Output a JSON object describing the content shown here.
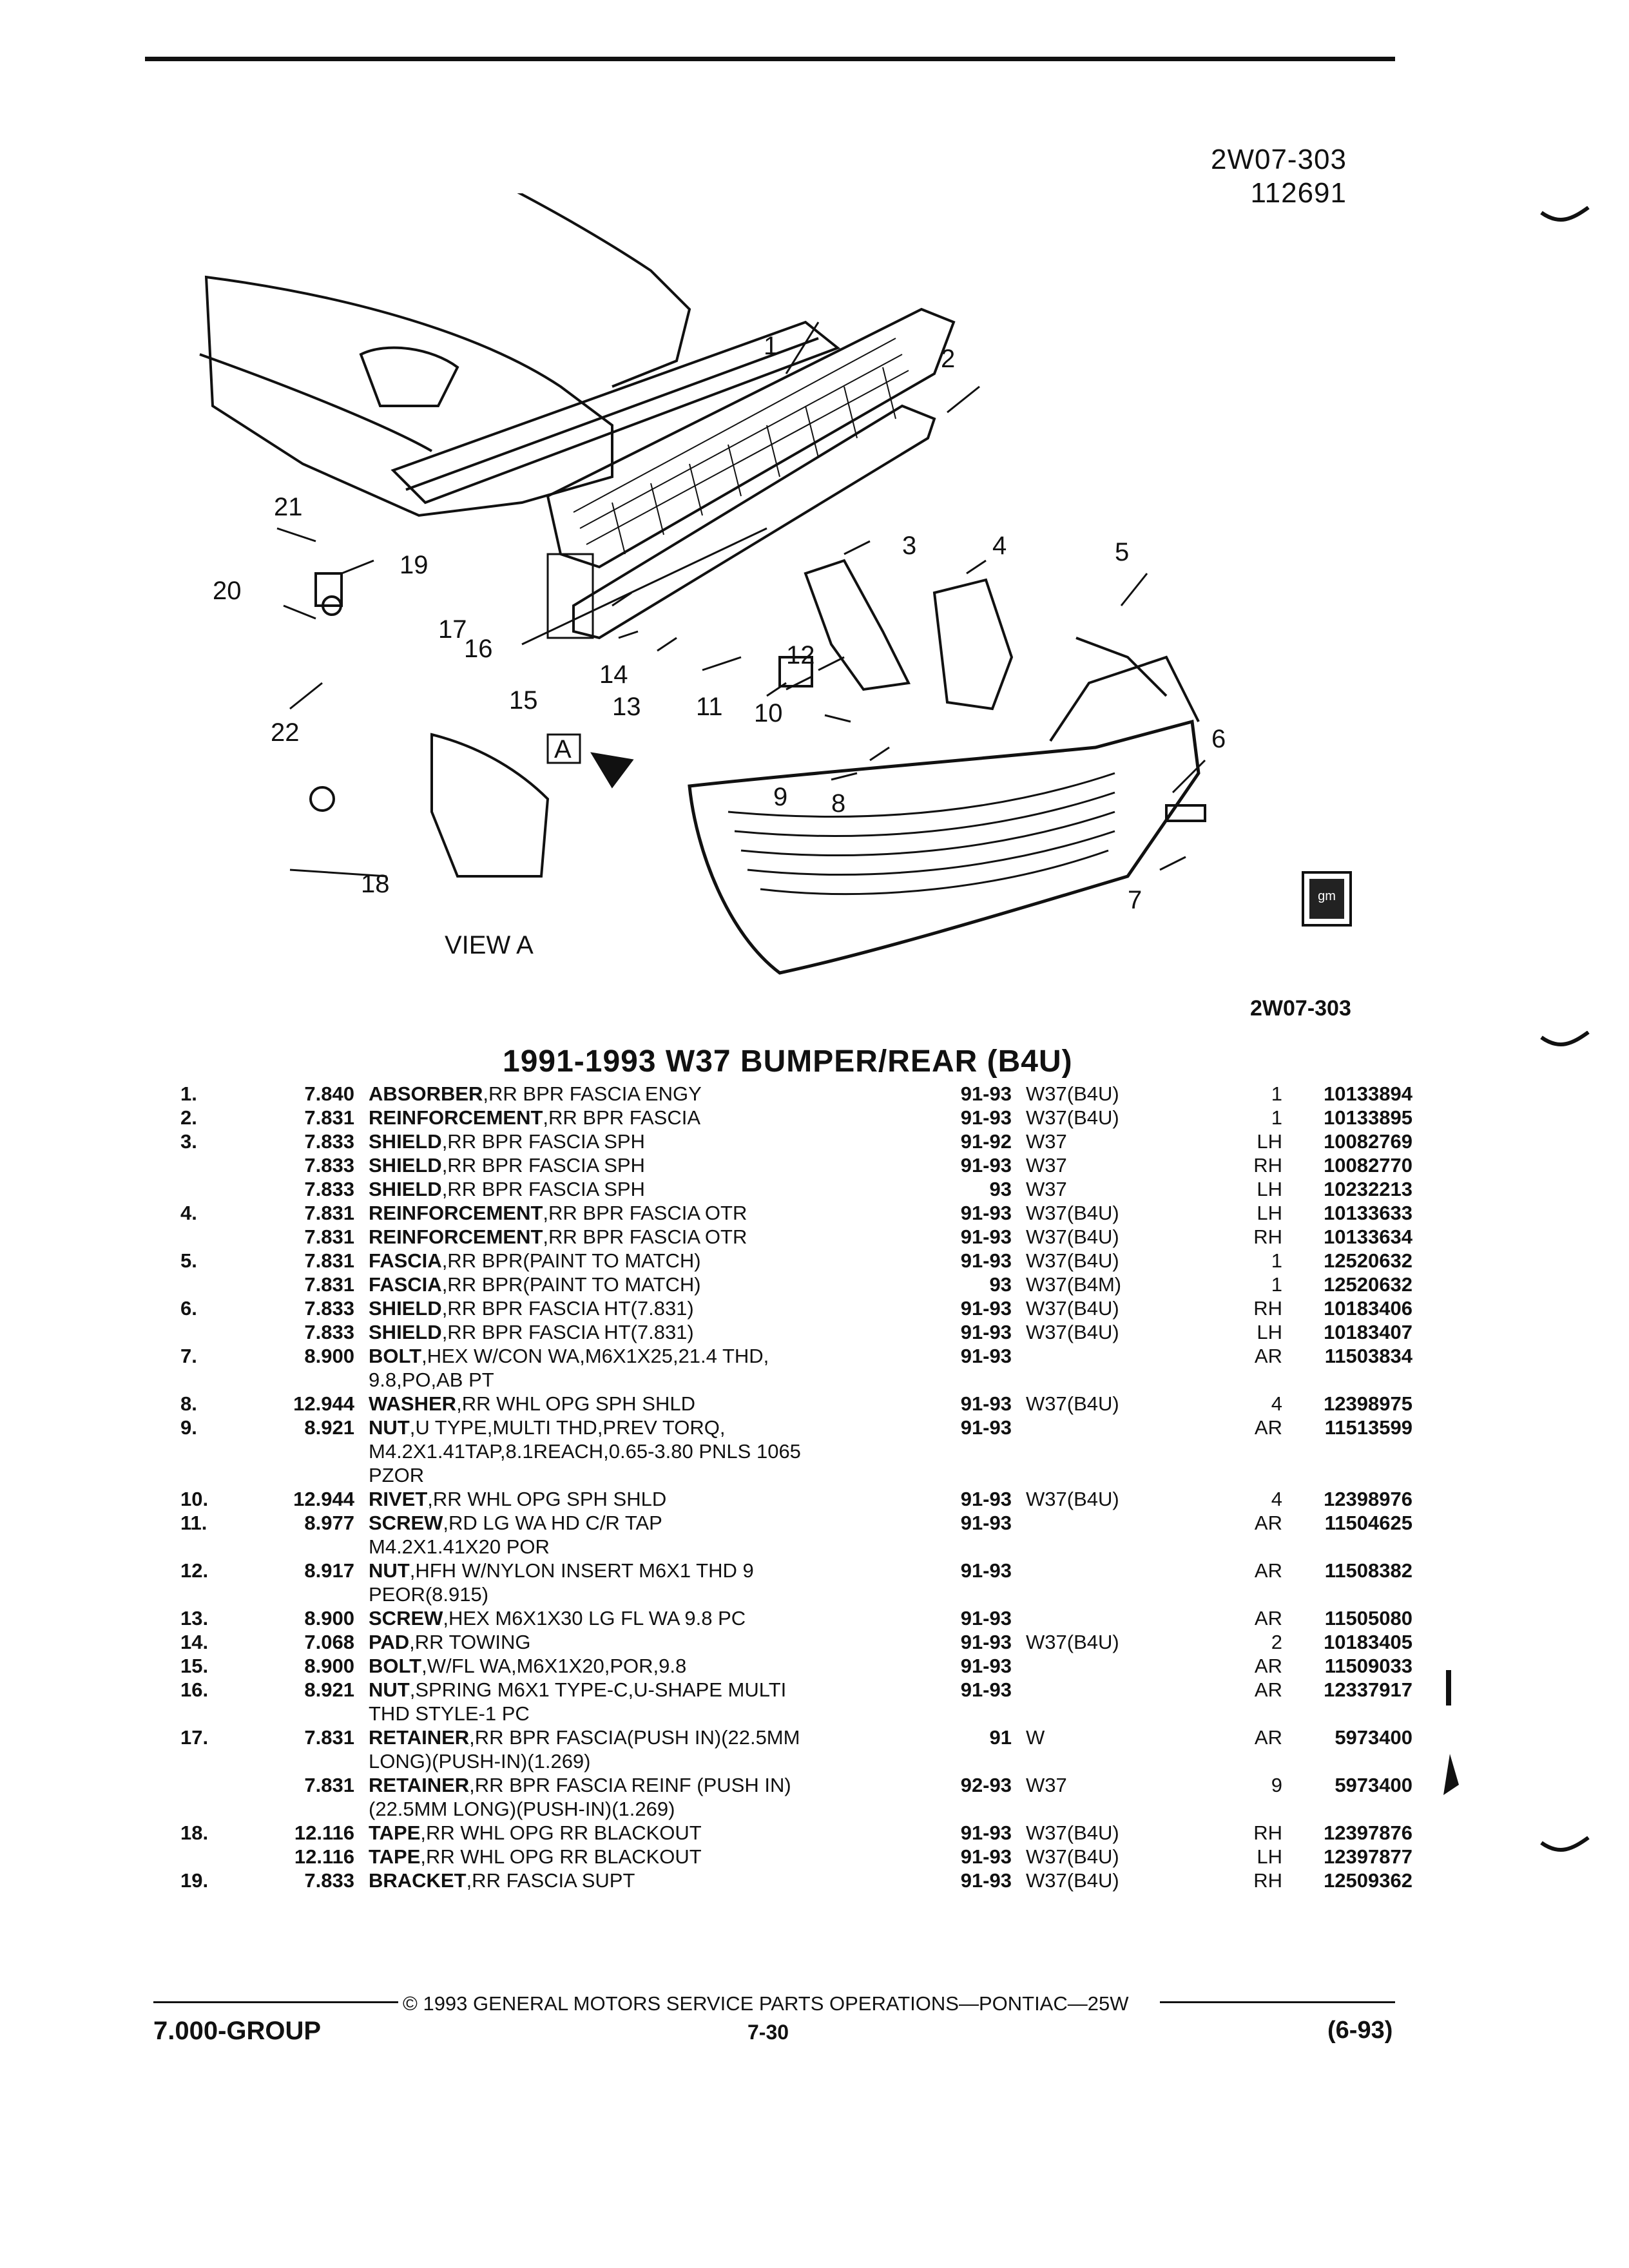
{
  "header": {
    "ref_code": "2W07-303",
    "ref_number": "112691"
  },
  "diagram": {
    "callouts": [
      "1",
      "2",
      "3",
      "4",
      "5",
      "6",
      "7",
      "8",
      "9",
      "10",
      "11",
      "12",
      "13",
      "14",
      "15",
      "16",
      "17",
      "18",
      "19",
      "20",
      "21",
      "22"
    ],
    "view_label": "VIEW A",
    "view_marker": "A",
    "ref_code_bottom": "2W07-303",
    "logo_text": "gm"
  },
  "section_title": "1991-1993 W37 BUMPER/REAR (B4U)",
  "parts": [
    {
      "idx": "1.",
      "grp": "7.840",
      "name": "ABSORBER",
      "desc": ",RR BPR FASCIA ENGY",
      "yr": "91-93",
      "model": "W37(B4U)",
      "qty": "1",
      "pn": "10133894"
    },
    {
      "idx": "2.",
      "grp": "7.831",
      "name": "REINFORCEMENT",
      "desc": ",RR BPR FASCIA",
      "yr": "91-93",
      "model": "W37(B4U)",
      "qty": "1",
      "pn": "10133895"
    },
    {
      "idx": "3.",
      "grp": "7.833",
      "name": "SHIELD",
      "desc": ",RR BPR FASCIA SPH",
      "yr": "91-92",
      "model": "W37",
      "qty": "LH",
      "pn": "10082769"
    },
    {
      "idx": "",
      "grp": "7.833",
      "name": "SHIELD",
      "desc": ",RR BPR FASCIA SPH",
      "yr": "91-93",
      "model": "W37",
      "qty": "RH",
      "pn": "10082770"
    },
    {
      "idx": "",
      "grp": "7.833",
      "name": "SHIELD",
      "desc": ",RR BPR FASCIA SPH",
      "yr": "93",
      "model": "W37",
      "qty": "LH",
      "pn": "10232213"
    },
    {
      "idx": "4.",
      "grp": "7.831",
      "name": "REINFORCEMENT",
      "desc": ",RR BPR FASCIA OTR",
      "yr": "91-93",
      "model": "W37(B4U)",
      "qty": "LH",
      "pn": "10133633"
    },
    {
      "idx": "",
      "grp": "7.831",
      "name": "REINFORCEMENT",
      "desc": ",RR BPR FASCIA OTR",
      "yr": "91-93",
      "model": "W37(B4U)",
      "qty": "RH",
      "pn": "10133634"
    },
    {
      "idx": "5.",
      "grp": "7.831",
      "name": "FASCIA",
      "desc": ",RR BPR(PAINT TO MATCH)",
      "yr": "91-93",
      "model": "W37(B4U)",
      "qty": "1",
      "pn": "12520632"
    },
    {
      "idx": "",
      "grp": "7.831",
      "name": "FASCIA",
      "desc": ",RR BPR(PAINT TO MATCH)",
      "yr": "93",
      "model": "W37(B4M)",
      "qty": "1",
      "pn": "12520632"
    },
    {
      "idx": "6.",
      "grp": "7.833",
      "name": "SHIELD",
      "desc": ",RR BPR FASCIA HT(7.831)",
      "yr": "91-93",
      "model": "W37(B4U)",
      "qty": "RH",
      "pn": "10183406"
    },
    {
      "idx": "",
      "grp": "7.833",
      "name": "SHIELD",
      "desc": ",RR BPR FASCIA HT(7.831)",
      "yr": "91-93",
      "model": "W37(B4U)",
      "qty": "LH",
      "pn": "10183407"
    },
    {
      "idx": "7.",
      "grp": "8.900",
      "name": "BOLT",
      "desc": ",HEX W/CON WA,M6X1X25,21.4 THD,",
      "cont": [
        "9.8,PO,AB PT"
      ],
      "yr": "91-93",
      "model": "",
      "qty": "AR",
      "pn": "11503834"
    },
    {
      "idx": "8.",
      "grp": "12.944",
      "name": "WASHER",
      "desc": ",RR WHL OPG SPH SHLD",
      "yr": "91-93",
      "model": "W37(B4U)",
      "qty": "4",
      "pn": "12398975"
    },
    {
      "idx": "9.",
      "grp": "8.921",
      "name": "NUT",
      "desc": ",U TYPE,MULTI THD,PREV TORQ,",
      "cont": [
        "M4.2X1.41TAP,8.1REACH,0.65-3.80 PNLS 1065",
        "PZOR"
      ],
      "yr": "91-93",
      "model": "",
      "qty": "AR",
      "pn": "11513599"
    },
    {
      "idx": "10.",
      "grp": "12.944",
      "name": "RIVET",
      "desc": ",RR WHL OPG SPH SHLD",
      "yr": "91-93",
      "model": "W37(B4U)",
      "qty": "4",
      "pn": "12398976"
    },
    {
      "idx": "11.",
      "grp": "8.977",
      "name": "SCREW",
      "desc": ",RD LG WA HD C/R TAP",
      "cont": [
        "M4.2X1.41X20 POR"
      ],
      "yr": "91-93",
      "model": "",
      "qty": "AR",
      "pn": "11504625"
    },
    {
      "idx": "12.",
      "grp": "8.917",
      "name": "NUT",
      "desc": ",HFH W/NYLON INSERT M6X1 THD 9",
      "cont": [
        "PEOR(8.915)"
      ],
      "yr": "91-93",
      "model": "",
      "qty": "AR",
      "pn": "11508382"
    },
    {
      "idx": "13.",
      "grp": "8.900",
      "name": "SCREW",
      "desc": ",HEX M6X1X30 LG FL WA 9.8 PC",
      "yr": "91-93",
      "model": "",
      "qty": "AR",
      "pn": "11505080"
    },
    {
      "idx": "14.",
      "grp": "7.068",
      "name": "PAD",
      "desc": ",RR TOWING",
      "yr": "91-93",
      "model": "W37(B4U)",
      "qty": "2",
      "pn": "10183405"
    },
    {
      "idx": "15.",
      "grp": "8.900",
      "name": "BOLT",
      "desc": ",W/FL WA,M6X1X20,POR,9.8",
      "yr": "91-93",
      "model": "",
      "qty": "AR",
      "pn": "11509033"
    },
    {
      "idx": "16.",
      "grp": "8.921",
      "name": "NUT",
      "desc": ",SPRING M6X1 TYPE-C,U-SHAPE MULTI",
      "cont": [
        "THD STYLE-1 PC"
      ],
      "yr": "91-93",
      "model": "",
      "qty": "AR",
      "pn": "12337917"
    },
    {
      "idx": "17.",
      "grp": "7.831",
      "name": "RETAINER",
      "desc": ",RR BPR FASCIA(PUSH IN)(22.5MM",
      "cont": [
        "LONG)(PUSH-IN)(1.269)"
      ],
      "yr": "91",
      "model": "W",
      "qty": "AR",
      "pn": "5973400"
    },
    {
      "idx": "",
      "grp": "7.831",
      "name": "RETAINER",
      "desc": ",RR BPR FASCIA REINF (PUSH IN)",
      "cont": [
        "(22.5MM LONG)(PUSH-IN)(1.269)"
      ],
      "yr": "92-93",
      "model": "W37",
      "qty": "9",
      "pn": "5973400"
    },
    {
      "idx": "18.",
      "grp": "12.116",
      "name": "TAPE",
      "desc": ",RR WHL OPG RR BLACKOUT",
      "yr": "91-93",
      "model": "W37(B4U)",
      "qty": "RH",
      "pn": "12397876"
    },
    {
      "idx": "",
      "grp": "12.116",
      "name": "TAPE",
      "desc": ",RR WHL OPG RR BLACKOUT",
      "yr": "91-93",
      "model": "W37(B4U)",
      "qty": "LH",
      "pn": "12397877"
    },
    {
      "idx": "19.",
      "grp": "7.833",
      "name": "BRACKET",
      "desc": ",RR FASCIA SUPT",
      "yr": "91-93",
      "model": "W37(B4U)",
      "qty": "RH",
      "pn": "12509362"
    }
  ],
  "footer": {
    "copyright": "© 1993 GENERAL MOTORS SERVICE PARTS OPERATIONS—PONTIAC—25W",
    "group": "7.000-GROUP",
    "page": "7-30",
    "date": "(6-93)"
  }
}
